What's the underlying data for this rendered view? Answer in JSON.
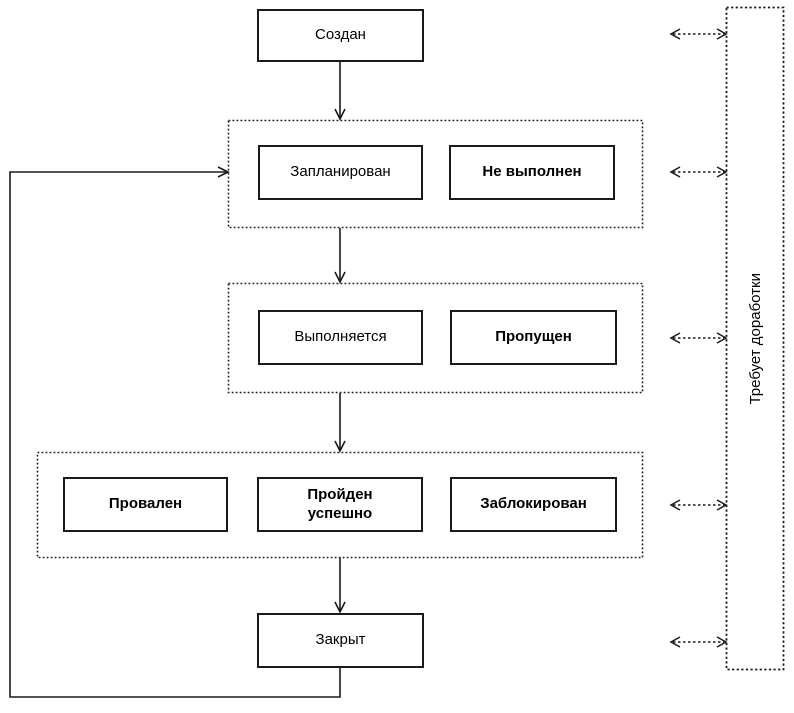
{
  "flowchart": {
    "nodes": {
      "created": "Создан",
      "planned": "Запланирован",
      "not_executed": "Не выполнен",
      "in_progress": "Выполняется",
      "skipped": "Пропущен",
      "failed": "Провален",
      "passed": "Пройден успешно",
      "blocked": "Заблокирован",
      "closed": "Закрыт",
      "needs_rework": "Требует доработки"
    },
    "groups": [
      {
        "members": [
          "planned",
          "not_executed"
        ]
      },
      {
        "members": [
          "in_progress",
          "skipped"
        ]
      },
      {
        "members": [
          "failed",
          "passed",
          "blocked"
        ]
      }
    ],
    "edges": [
      {
        "from": "created",
        "to": "group-planned",
        "type": "solid-arrow"
      },
      {
        "from": "group-planned",
        "to": "group-executing",
        "type": "solid-arrow"
      },
      {
        "from": "group-executing",
        "to": "group-result",
        "type": "solid-arrow"
      },
      {
        "from": "group-result",
        "to": "closed",
        "type": "solid-arrow"
      },
      {
        "from": "closed",
        "to": "group-planned",
        "type": "solid-arrow-loop"
      },
      {
        "from": "created",
        "to": "needs_rework",
        "type": "dashed-double-arrow"
      },
      {
        "from": "group-planned",
        "to": "needs_rework",
        "type": "dashed-double-arrow"
      },
      {
        "from": "group-executing",
        "to": "needs_rework",
        "type": "dashed-double-arrow"
      },
      {
        "from": "group-result",
        "to": "needs_rework",
        "type": "dashed-double-arrow"
      },
      {
        "from": "closed",
        "to": "needs_rework",
        "type": "dashed-double-arrow"
      }
    ],
    "colors": {
      "line": "#1a1a1a",
      "box_border": "#1a1a1a",
      "background": "#ffffff",
      "text": "#000000"
    }
  }
}
